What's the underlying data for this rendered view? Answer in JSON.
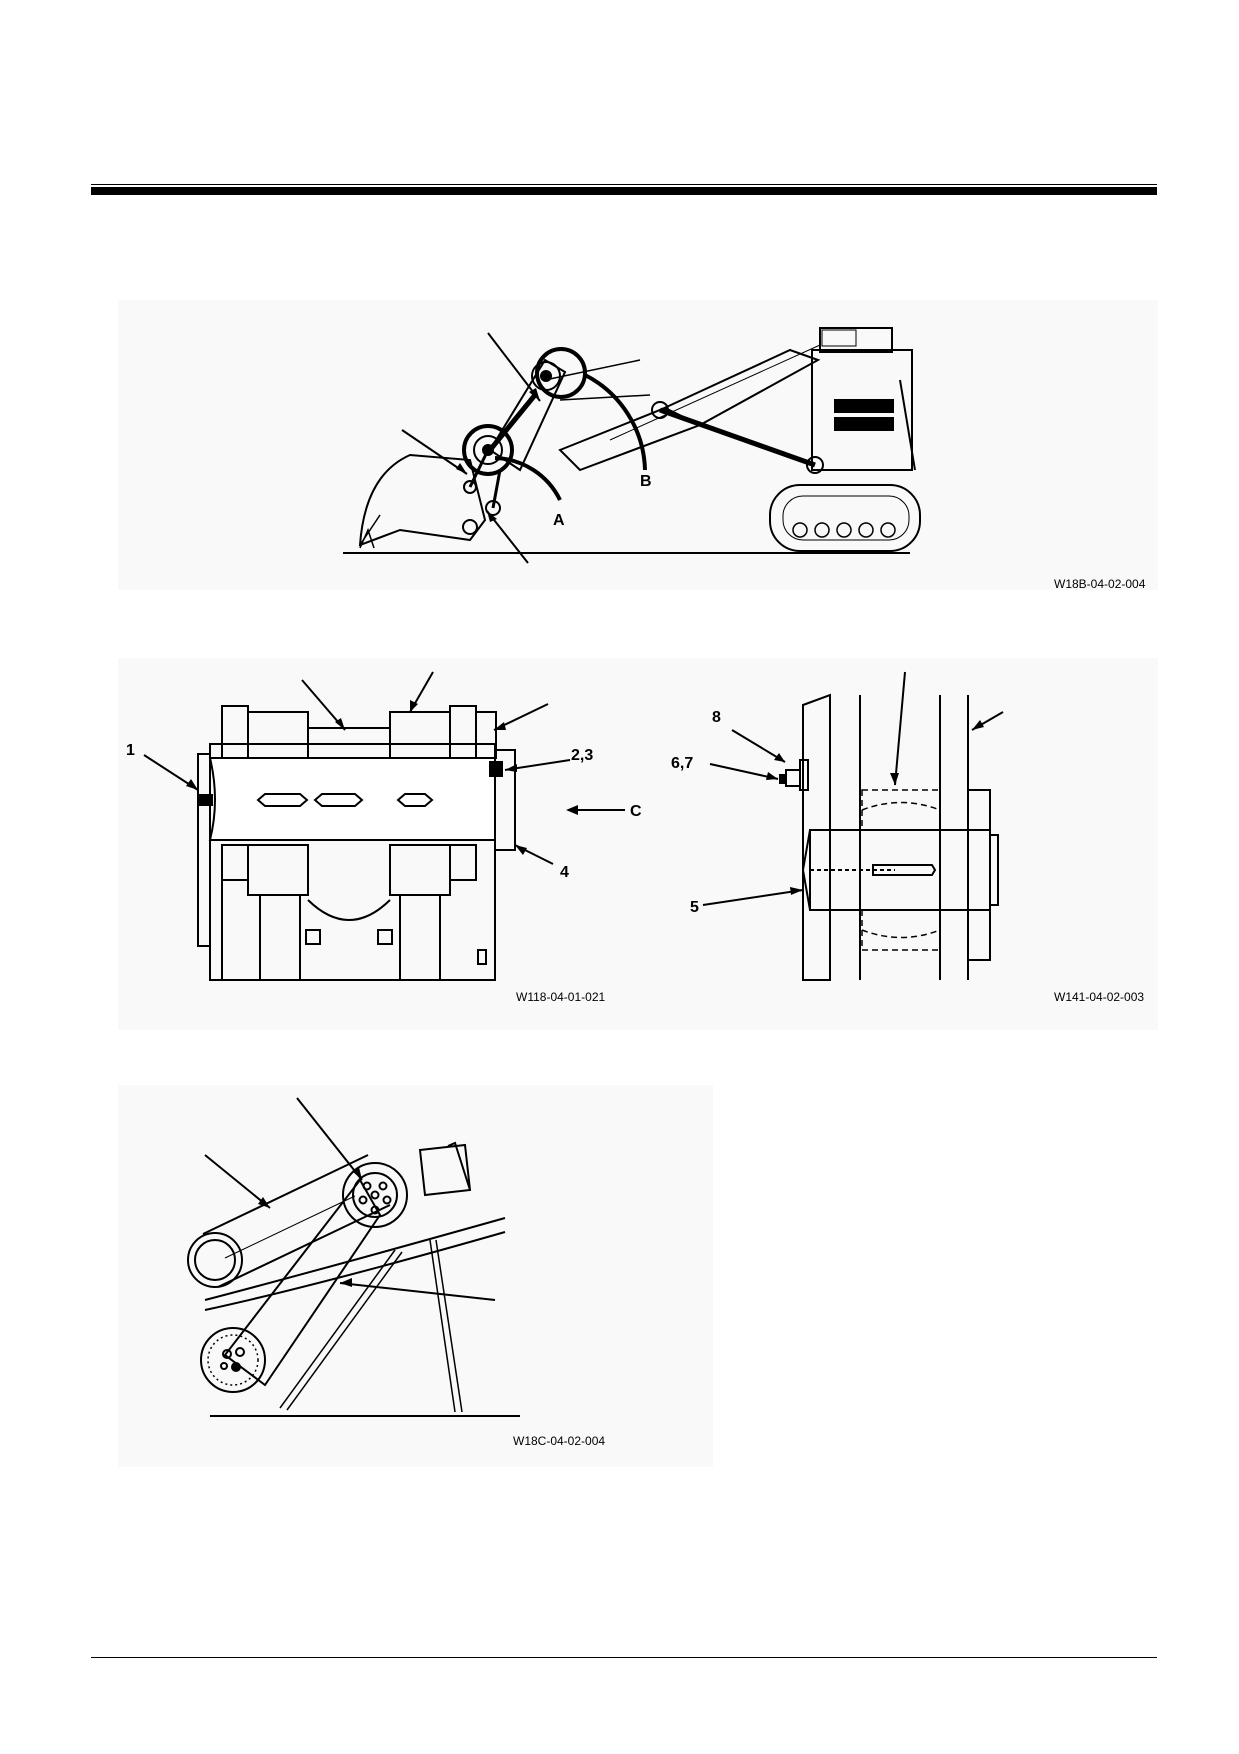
{
  "figures": {
    "excavator": {
      "code": "W18B-04-02-004",
      "callouts": {
        "a": "A",
        "b": "B"
      }
    },
    "pin_assembly": {
      "code": "W118-04-01-021",
      "callouts": {
        "c1": "1",
        "c23": "2,3",
        "cC": "C",
        "c4": "4"
      }
    },
    "pin_side": {
      "code": "W141-04-02-003",
      "callouts": {
        "c8": "8",
        "c67": "6,7",
        "c5": "5"
      }
    },
    "link_detail": {
      "code": "W18C-04-02-004"
    }
  }
}
